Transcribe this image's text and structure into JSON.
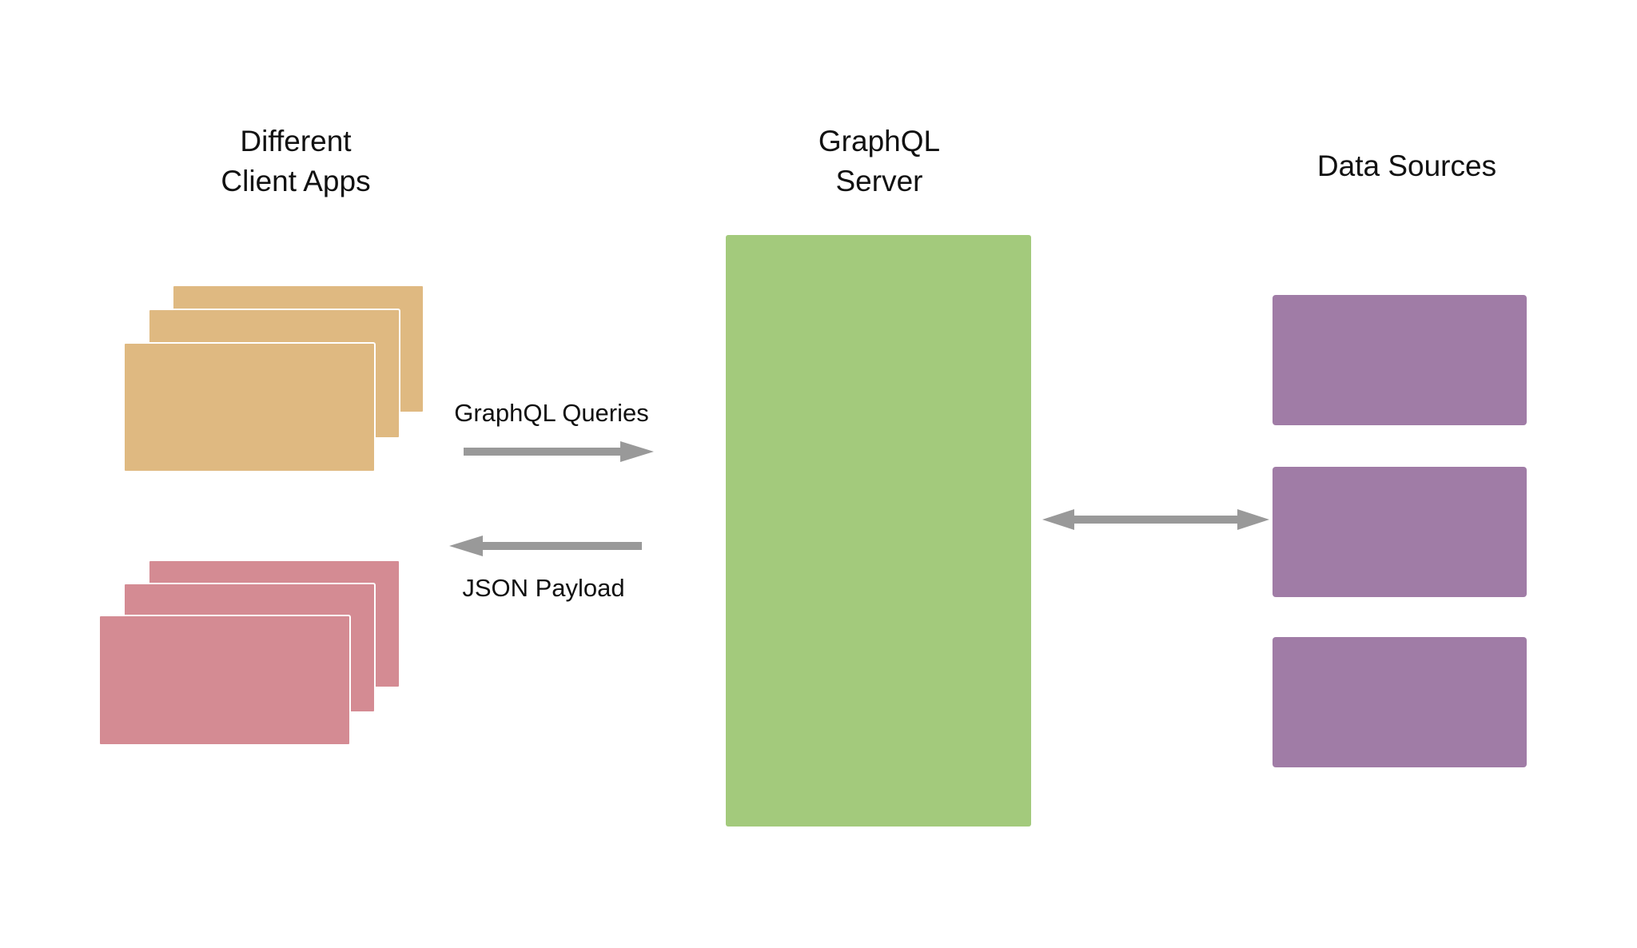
{
  "columns": {
    "clients": {
      "title_line1": "Different",
      "title_line2": "Client Apps"
    },
    "server": {
      "title_line1": "GraphQL",
      "title_line2": "Server"
    },
    "sources": {
      "title": "Data Sources"
    }
  },
  "arrows": {
    "request_label": "GraphQL Queries",
    "response_label": "JSON Payload"
  },
  "colors": {
    "client_group_a": "#dfb981",
    "client_group_b": "#d48b93",
    "server": "#a3ca7c",
    "data_source": "#a07ca6",
    "arrow": "#999999"
  }
}
